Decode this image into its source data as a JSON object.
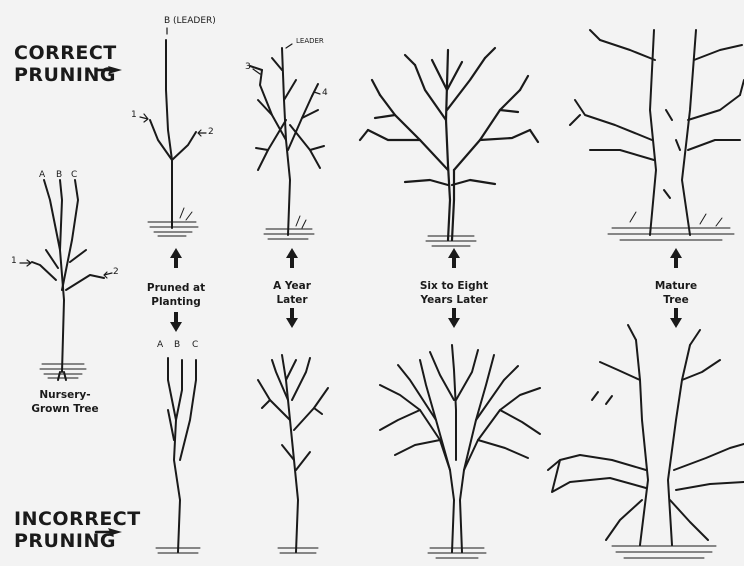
{
  "headings": {
    "correct_line1": "CORRECT",
    "correct_line2": "PRUNING",
    "incorrect_line1": "INCORRECT",
    "incorrect_line2": "PRUNING"
  },
  "captions": {
    "nursery_line1": "Nursery-",
    "nursery_line2": "Grown Tree",
    "pruned_line1": "Pruned at",
    "pruned_line2": "Planting",
    "year_line1": "A Year",
    "year_line2": "Later",
    "six_line1": "Six to Eight",
    "six_line2": "Years Later",
    "mature_line1": "Mature",
    "mature_line2": "Tree"
  },
  "branch_labels": {
    "b_leader": "B (LEADER)",
    "leader": "LEADER",
    "n1": "1",
    "n2": "2",
    "n3": "3",
    "n4": "4",
    "a": "A",
    "b": "B",
    "c": "C"
  },
  "colors": {
    "background": "#f3f3f3",
    "ink": "#1a1a1a"
  }
}
